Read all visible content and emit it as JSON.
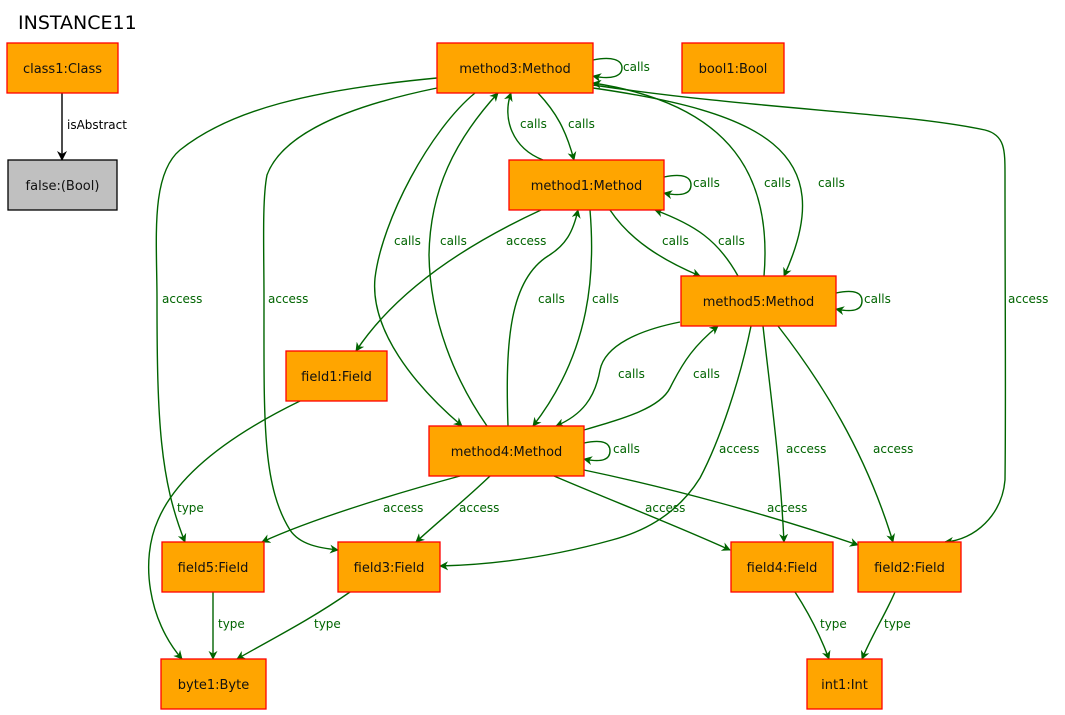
{
  "title": "INSTANCE11",
  "colors": {
    "node_fill": "#ffa500",
    "node_stroke": "#ff0000",
    "value_fill": "#c0c0c0",
    "value_stroke": "#000000",
    "edge_green": "#006400",
    "edge_black": "#000000"
  },
  "nodes": [
    {
      "id": "class1",
      "label": "class1:Class"
    },
    {
      "id": "false",
      "label": "false:(Bool)"
    },
    {
      "id": "method3",
      "label": "method3:Method"
    },
    {
      "id": "bool1",
      "label": "bool1:Bool"
    },
    {
      "id": "method1",
      "label": "method1:Method"
    },
    {
      "id": "method5",
      "label": "method5:Method"
    },
    {
      "id": "field1",
      "label": "field1:Field"
    },
    {
      "id": "method4",
      "label": "method4:Method"
    },
    {
      "id": "field5",
      "label": "field5:Field"
    },
    {
      "id": "field3",
      "label": "field3:Field"
    },
    {
      "id": "field4",
      "label": "field4:Field"
    },
    {
      "id": "field2",
      "label": "field2:Field"
    },
    {
      "id": "byte1",
      "label": "byte1:Byte"
    },
    {
      "id": "int1",
      "label": "int1:Int"
    }
  ],
  "edges": [
    {
      "id": "e_abs",
      "from": "class1",
      "to": "false",
      "label": "isAbstract"
    },
    {
      "id": "e_m3_self",
      "from": "method3",
      "to": "method3",
      "label": "calls"
    },
    {
      "id": "e_m3_m1",
      "from": "method3",
      "to": "method1",
      "label": "calls"
    },
    {
      "id": "e_m1_m3",
      "from": "method1",
      "to": "method3",
      "label": "calls"
    },
    {
      "id": "e_m1_self",
      "from": "method1",
      "to": "method1",
      "label": "calls"
    },
    {
      "id": "e_m5_m3",
      "from": "method5",
      "to": "method3",
      "label": "calls"
    },
    {
      "id": "e_m3_m5",
      "from": "method3",
      "to": "method5",
      "label": "calls"
    },
    {
      "id": "e_m3_m4",
      "from": "method3",
      "to": "method4",
      "label": "calls"
    },
    {
      "id": "e_m4_m3",
      "from": "method4",
      "to": "method3",
      "label": "calls"
    },
    {
      "id": "e_m1_f1",
      "from": "method1",
      "to": "field1",
      "label": "access"
    },
    {
      "id": "e_m1_m5",
      "from": "method1",
      "to": "method5",
      "label": "calls"
    },
    {
      "id": "e_m5_m1",
      "from": "method5",
      "to": "method1",
      "label": "calls"
    },
    {
      "id": "e_m4_m1",
      "from": "method4",
      "to": "method1",
      "label": "calls"
    },
    {
      "id": "e_m1_m4",
      "from": "method1",
      "to": "method4",
      "label": "calls"
    },
    {
      "id": "e_m5_self",
      "from": "method5",
      "to": "method5",
      "label": "calls"
    },
    {
      "id": "e_m5_m4",
      "from": "method5",
      "to": "method4",
      "label": "calls"
    },
    {
      "id": "e_m4_m5",
      "from": "method4",
      "to": "method5",
      "label": "calls"
    },
    {
      "id": "e_m4_self",
      "from": "method4",
      "to": "method4",
      "label": "calls"
    },
    {
      "id": "e_m3_f5",
      "from": "method3",
      "to": "field5",
      "label": "access"
    },
    {
      "id": "e_m3_f3",
      "from": "method3",
      "to": "field3",
      "label": "access"
    },
    {
      "id": "e_m3_f2",
      "from": "method3",
      "to": "field2",
      "label": "access"
    },
    {
      "id": "e_m5_f3",
      "from": "method5",
      "to": "field3",
      "label": "access"
    },
    {
      "id": "e_m5_f4",
      "from": "method5",
      "to": "field4",
      "label": "access"
    },
    {
      "id": "e_m5_f2",
      "from": "method5",
      "to": "field2",
      "label": "access"
    },
    {
      "id": "e_m4_f5",
      "from": "method4",
      "to": "field5",
      "label": "access"
    },
    {
      "id": "e_m4_f3",
      "from": "method4",
      "to": "field3",
      "label": "access"
    },
    {
      "id": "e_m4_f4",
      "from": "method4",
      "to": "field4",
      "label": "access"
    },
    {
      "id": "e_m4_f2",
      "from": "method4",
      "to": "field2",
      "label": "access"
    },
    {
      "id": "e_f1_b1",
      "from": "field1",
      "to": "byte1",
      "label": "type"
    },
    {
      "id": "e_f5_b1",
      "from": "field5",
      "to": "byte1",
      "label": "type"
    },
    {
      "id": "e_f3_b1",
      "from": "field3",
      "to": "byte1",
      "label": "type"
    },
    {
      "id": "e_f4_i1",
      "from": "field4",
      "to": "int1",
      "label": "type"
    },
    {
      "id": "e_f2_i1",
      "from": "field2",
      "to": "int1",
      "label": "type"
    }
  ]
}
